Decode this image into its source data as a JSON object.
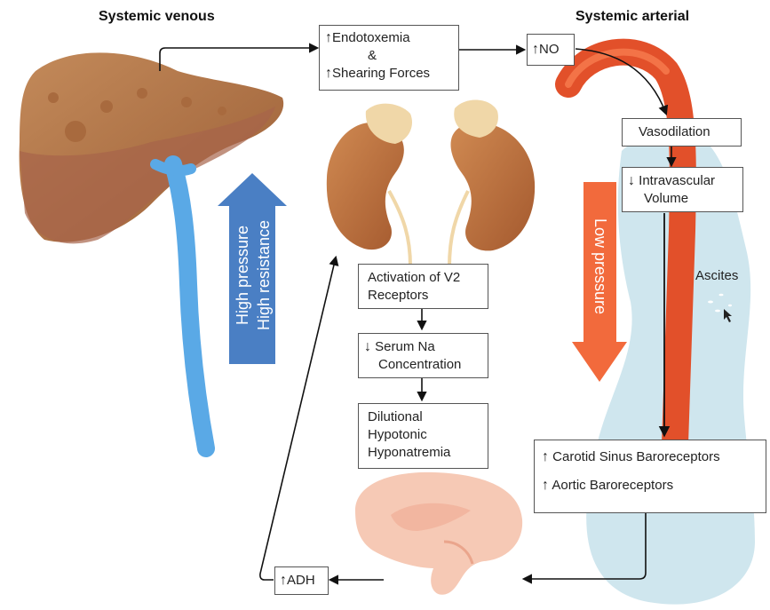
{
  "headers": {
    "venous": "Systemic venous",
    "arterial": "Systemic arterial"
  },
  "labels": {
    "high_pressure": "High pressure",
    "high_resistance": "High resistance",
    "low_pressure": "Low pressure",
    "ascites": "Ascites"
  },
  "boxes": {
    "endotoxemia": "Endotoxemia",
    "amp": "&",
    "shearing": "Shearing Forces",
    "no": "NO",
    "vasodilation": "Vasodilation",
    "intravascular_1": "Intravascular",
    "intravascular_2": "Volume",
    "v2_1": "Activation of V2",
    "v2_2": "Receptors",
    "serum_1": "Serum Na",
    "serum_2": "Concentration",
    "dil_1": "Dilutional",
    "dil_2": "Hypotonic",
    "dil_3": "Hyponatremia",
    "carotid": "Carotid Sinus Baroreceptors",
    "aortic": "Aortic Baroreceptors",
    "adh": "ADH"
  },
  "symbols": {
    "up": "↑",
    "down": "↓"
  },
  "colors": {
    "venous_vessel": "#5aa9e6",
    "artery": "#e2502a",
    "high_pressure_arrow": "#4a7fc4",
    "low_pressure_arrow": "#f26a3c",
    "ascites_fluid": "#cfe6ee",
    "liver": "#b8784a",
    "kidney": "#c57a45",
    "brain": "#f6c9b5"
  }
}
